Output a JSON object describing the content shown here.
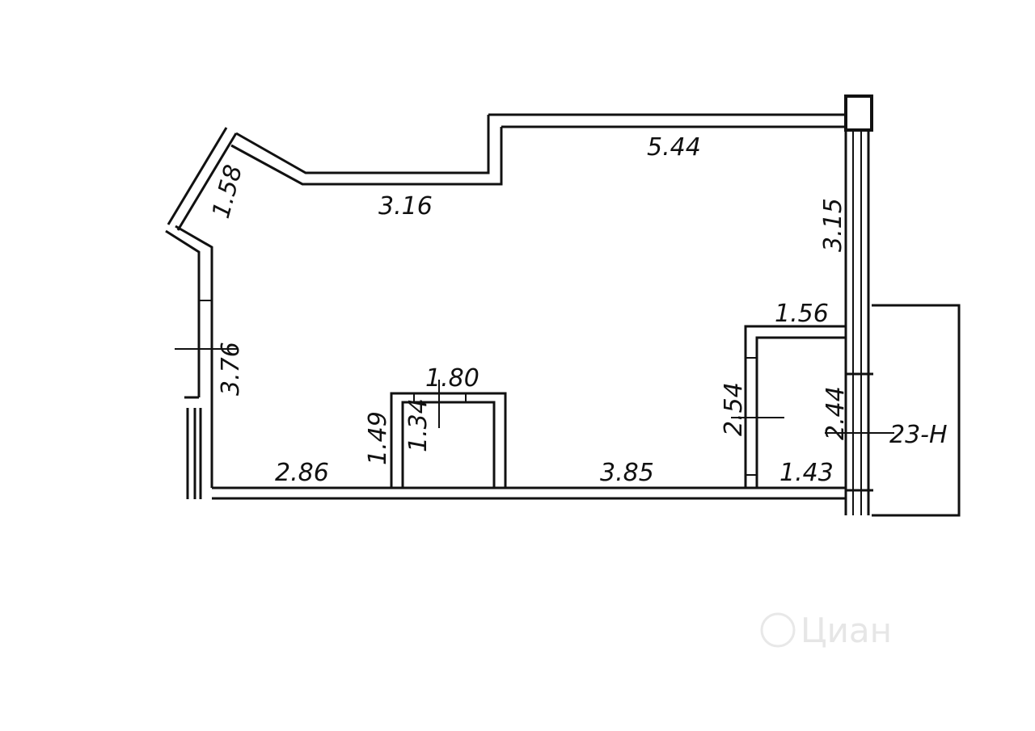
{
  "plan": {
    "unit_label": "23-H",
    "watermark": "Циан",
    "dimensions": {
      "d_5_44": "5.44",
      "d_3_16": "3.16",
      "d_1_58": "1.58",
      "d_3_15": "3.15",
      "d_3_76": "3.76",
      "d_1_56": "1.56",
      "d_1_80": "1.80",
      "d_1_34": "1.34",
      "d_1_49": "1.49",
      "d_2_54": "2.54",
      "d_2_44": "2.44",
      "d_2_86": "2.86",
      "d_3_85": "3.85",
      "d_1_43": "1.43"
    }
  }
}
